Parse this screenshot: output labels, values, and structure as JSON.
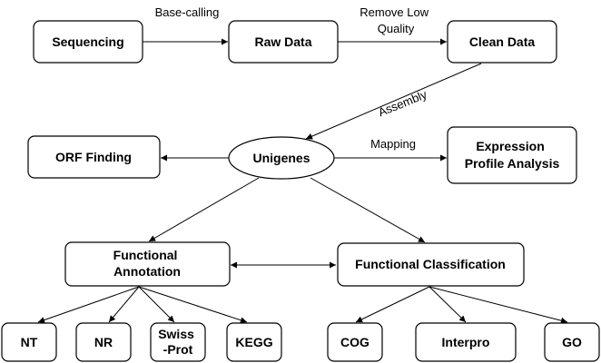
{
  "nodes": {
    "sequencing": "Sequencing",
    "raw_data": "Raw Data",
    "clean_data": "Clean Data",
    "unigenes": "Unigenes",
    "orf_finding": "ORF Finding",
    "expression_line1": "Expression",
    "expression_line2": "Profile Analysis",
    "func_annot_line1": "Functional",
    "func_annot_line2": "Annotation",
    "func_class": "Functional Classification",
    "nt": "NT",
    "nr": "NR",
    "swiss_line1": "Swiss",
    "swiss_line2": "-Prot",
    "kegg": "KEGG",
    "cog": "COG",
    "interpro": "Interpro",
    "go": "GO"
  },
  "edges": {
    "base_calling": "Base-calling",
    "remove_low_line1": "Remove Low",
    "remove_low_line2": "Quality",
    "assembly": "Assembly",
    "mapping": "Mapping"
  }
}
